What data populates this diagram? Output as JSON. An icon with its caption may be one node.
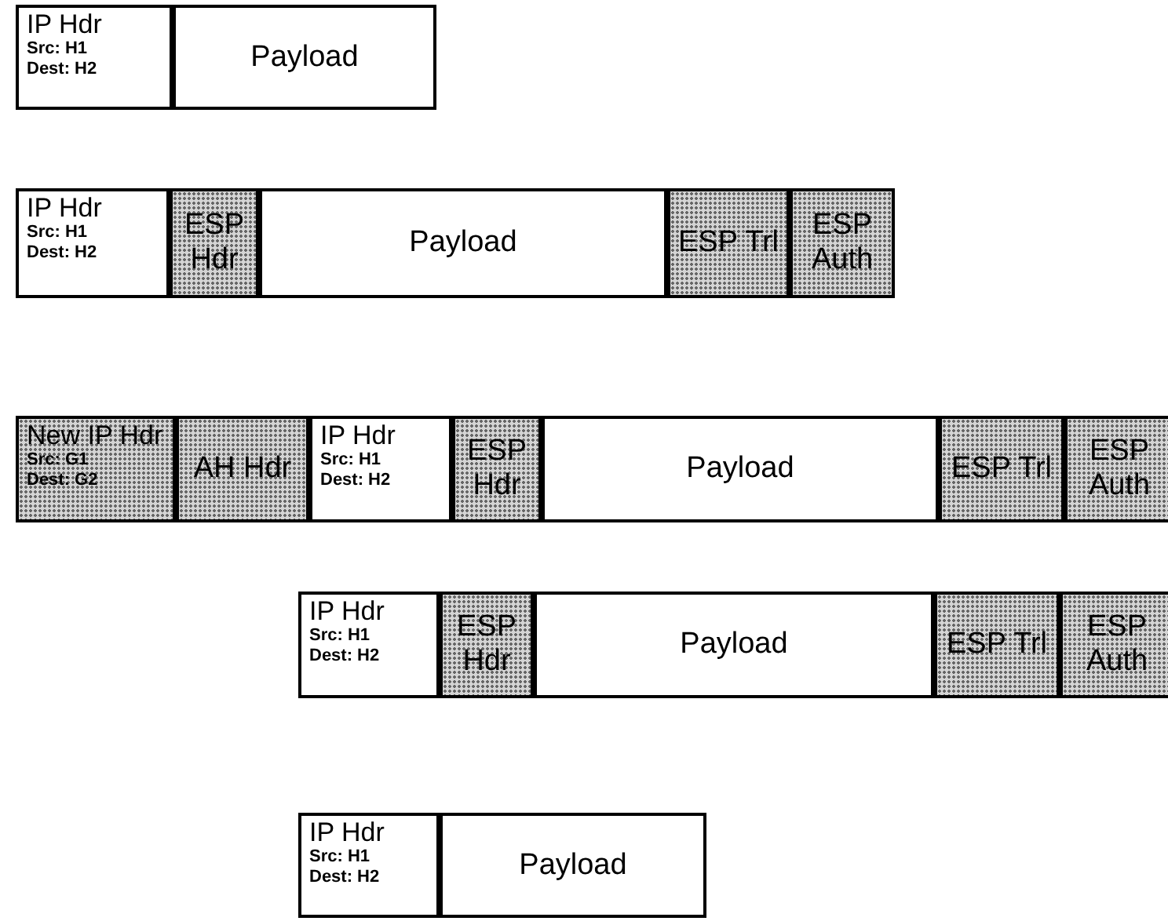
{
  "diagram": {
    "nodes": [
      {
        "text": [
          "IP Hdr",
          "Src: H1",
          "Dest: H2"
        ]
      },
      {
        "text": [
          "Payload"
        ]
      },
      {
        "text": [
          "IP Hdr",
          "Src: H1",
          "Dest: H2"
        ]
      },
      {
        "text": [
          "ESP Hdr"
        ]
      },
      {
        "text": [
          "Payload"
        ]
      },
      {
        "text": [
          "ESP Trl"
        ]
      },
      {
        "text": [
          "ESP Auth"
        ]
      },
      {
        "text": [
          "New IP Hdr",
          "Src: G1",
          "Dest: G2"
        ]
      },
      {
        "text": [
          "AH Hdr"
        ]
      },
      {
        "text": [
          "IP Hdr",
          "Src: H1",
          "Dest: H2"
        ]
      },
      {
        "text": [
          "ESP Hdr"
        ]
      },
      {
        "text": [
          "Payload"
        ]
      },
      {
        "text": [
          "ESP Trl"
        ]
      },
      {
        "text": [
          "ESP Auth"
        ]
      },
      {
        "text": [
          "IP Hdr",
          "Src: H1",
          "Dest: H2"
        ]
      },
      {
        "text": [
          "ESP Hdr"
        ]
      },
      {
        "text": [
          "Payload"
        ]
      },
      {
        "text": [
          "ESP Trl"
        ]
      },
      {
        "text": [
          "ESP Auth"
        ]
      },
      {
        "text": [
          "IP Hdr",
          "Src: H1",
          "Dest: H2"
        ]
      },
      {
        "text": [
          "Payload"
        ]
      }
    ]
  }
}
